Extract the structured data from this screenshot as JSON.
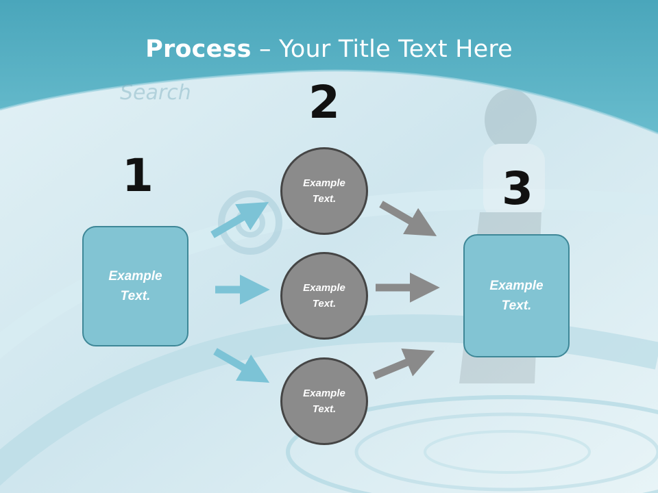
{
  "title": {
    "strong": "Process",
    "rest": " – Your Title Text Here"
  },
  "colors": {
    "header": "#5fb3c6",
    "box_fill": "#82c4d3",
    "box_border": "#3e8797",
    "circle_fill": "#8b8b8b",
    "circle_border": "#454545",
    "arrow_blue": "#7cc3d6",
    "arrow_gray": "#8a8a8a"
  },
  "steps": {
    "one": {
      "number": "1",
      "label": "Example Text."
    },
    "two": {
      "number": "2",
      "circles": [
        {
          "label": "Example Text."
        },
        {
          "label": "Example Text."
        },
        {
          "label": "Example Text."
        }
      ]
    },
    "three": {
      "number": "3",
      "label": "Example Text."
    }
  },
  "background": {
    "search_label": "Search"
  }
}
